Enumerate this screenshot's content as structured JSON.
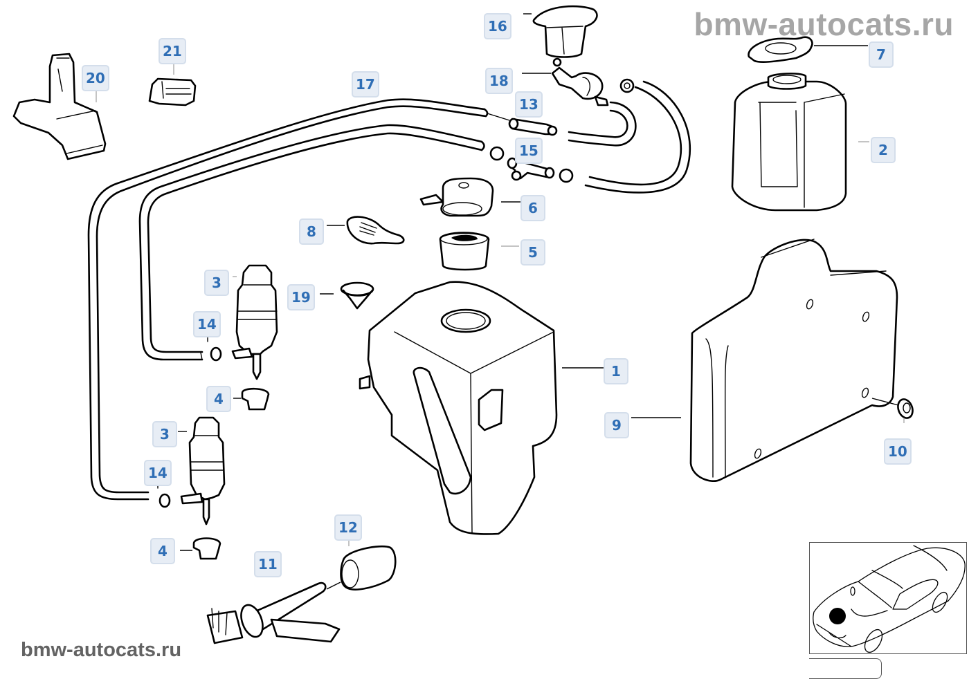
{
  "diagram": {
    "title": "Windshield / headlight washer system — exploded parts diagram",
    "watermark_top": "bmw-autocats.ru",
    "watermark_bottom": "bmw-autocats.ru",
    "callout_colors": {
      "background": "#e7edf5",
      "border": "#d4deeb",
      "text": "#2f6eb5"
    },
    "callouts": [
      {
        "id": "c1",
        "label": "1",
        "part": "washer-fluid-reservoir"
      },
      {
        "id": "c2",
        "label": "2",
        "part": "auxiliary-fluid-container"
      },
      {
        "id": "c3a",
        "label": "3",
        "part": "washer-pump-upper"
      },
      {
        "id": "c3b",
        "label": "3",
        "part": "washer-pump-lower"
      },
      {
        "id": "c4a",
        "label": "4",
        "part": "pump-grommet-upper"
      },
      {
        "id": "c4b",
        "label": "4",
        "part": "pump-grommet-lower"
      },
      {
        "id": "c5",
        "label": "5",
        "part": "filler-neck-sleeve"
      },
      {
        "id": "c6",
        "label": "6",
        "part": "filler-cap-with-strainer"
      },
      {
        "id": "c7",
        "label": "7",
        "part": "container-cap-seal"
      },
      {
        "id": "c8",
        "label": "8",
        "part": "level-indicator-tab"
      },
      {
        "id": "c9",
        "label": "9",
        "part": "reservoir-cover-panel"
      },
      {
        "id": "c10",
        "label": "10",
        "part": "cover-expanding-nut"
      },
      {
        "id": "c11",
        "label": "11",
        "part": "fluid-level-sensor"
      },
      {
        "id": "c12",
        "label": "12",
        "part": "sensor-grommet"
      },
      {
        "id": "c13",
        "label": "13",
        "part": "hose-connector-straight"
      },
      {
        "id": "c14a",
        "label": "14",
        "part": "hose-clamp-upper"
      },
      {
        "id": "c14b",
        "label": "14",
        "part": "hose-clamp-lower"
      },
      {
        "id": "c15",
        "label": "15",
        "part": "hose-connector-t-piece"
      },
      {
        "id": "c16",
        "label": "16",
        "part": "spray-nozzle"
      },
      {
        "id": "c17",
        "label": "17",
        "part": "washer-hose-pair"
      },
      {
        "id": "c18",
        "label": "18",
        "part": "non-return-valve"
      },
      {
        "id": "c19",
        "label": "19",
        "part": "expanding-rivet"
      },
      {
        "id": "c20",
        "label": "20",
        "part": "hose-holder-bracket"
      },
      {
        "id": "c21",
        "label": "21",
        "part": "hose-clip"
      }
    ],
    "locator": {
      "label": "vehicle-locator",
      "highlight": "front-left-engine-bay"
    }
  }
}
